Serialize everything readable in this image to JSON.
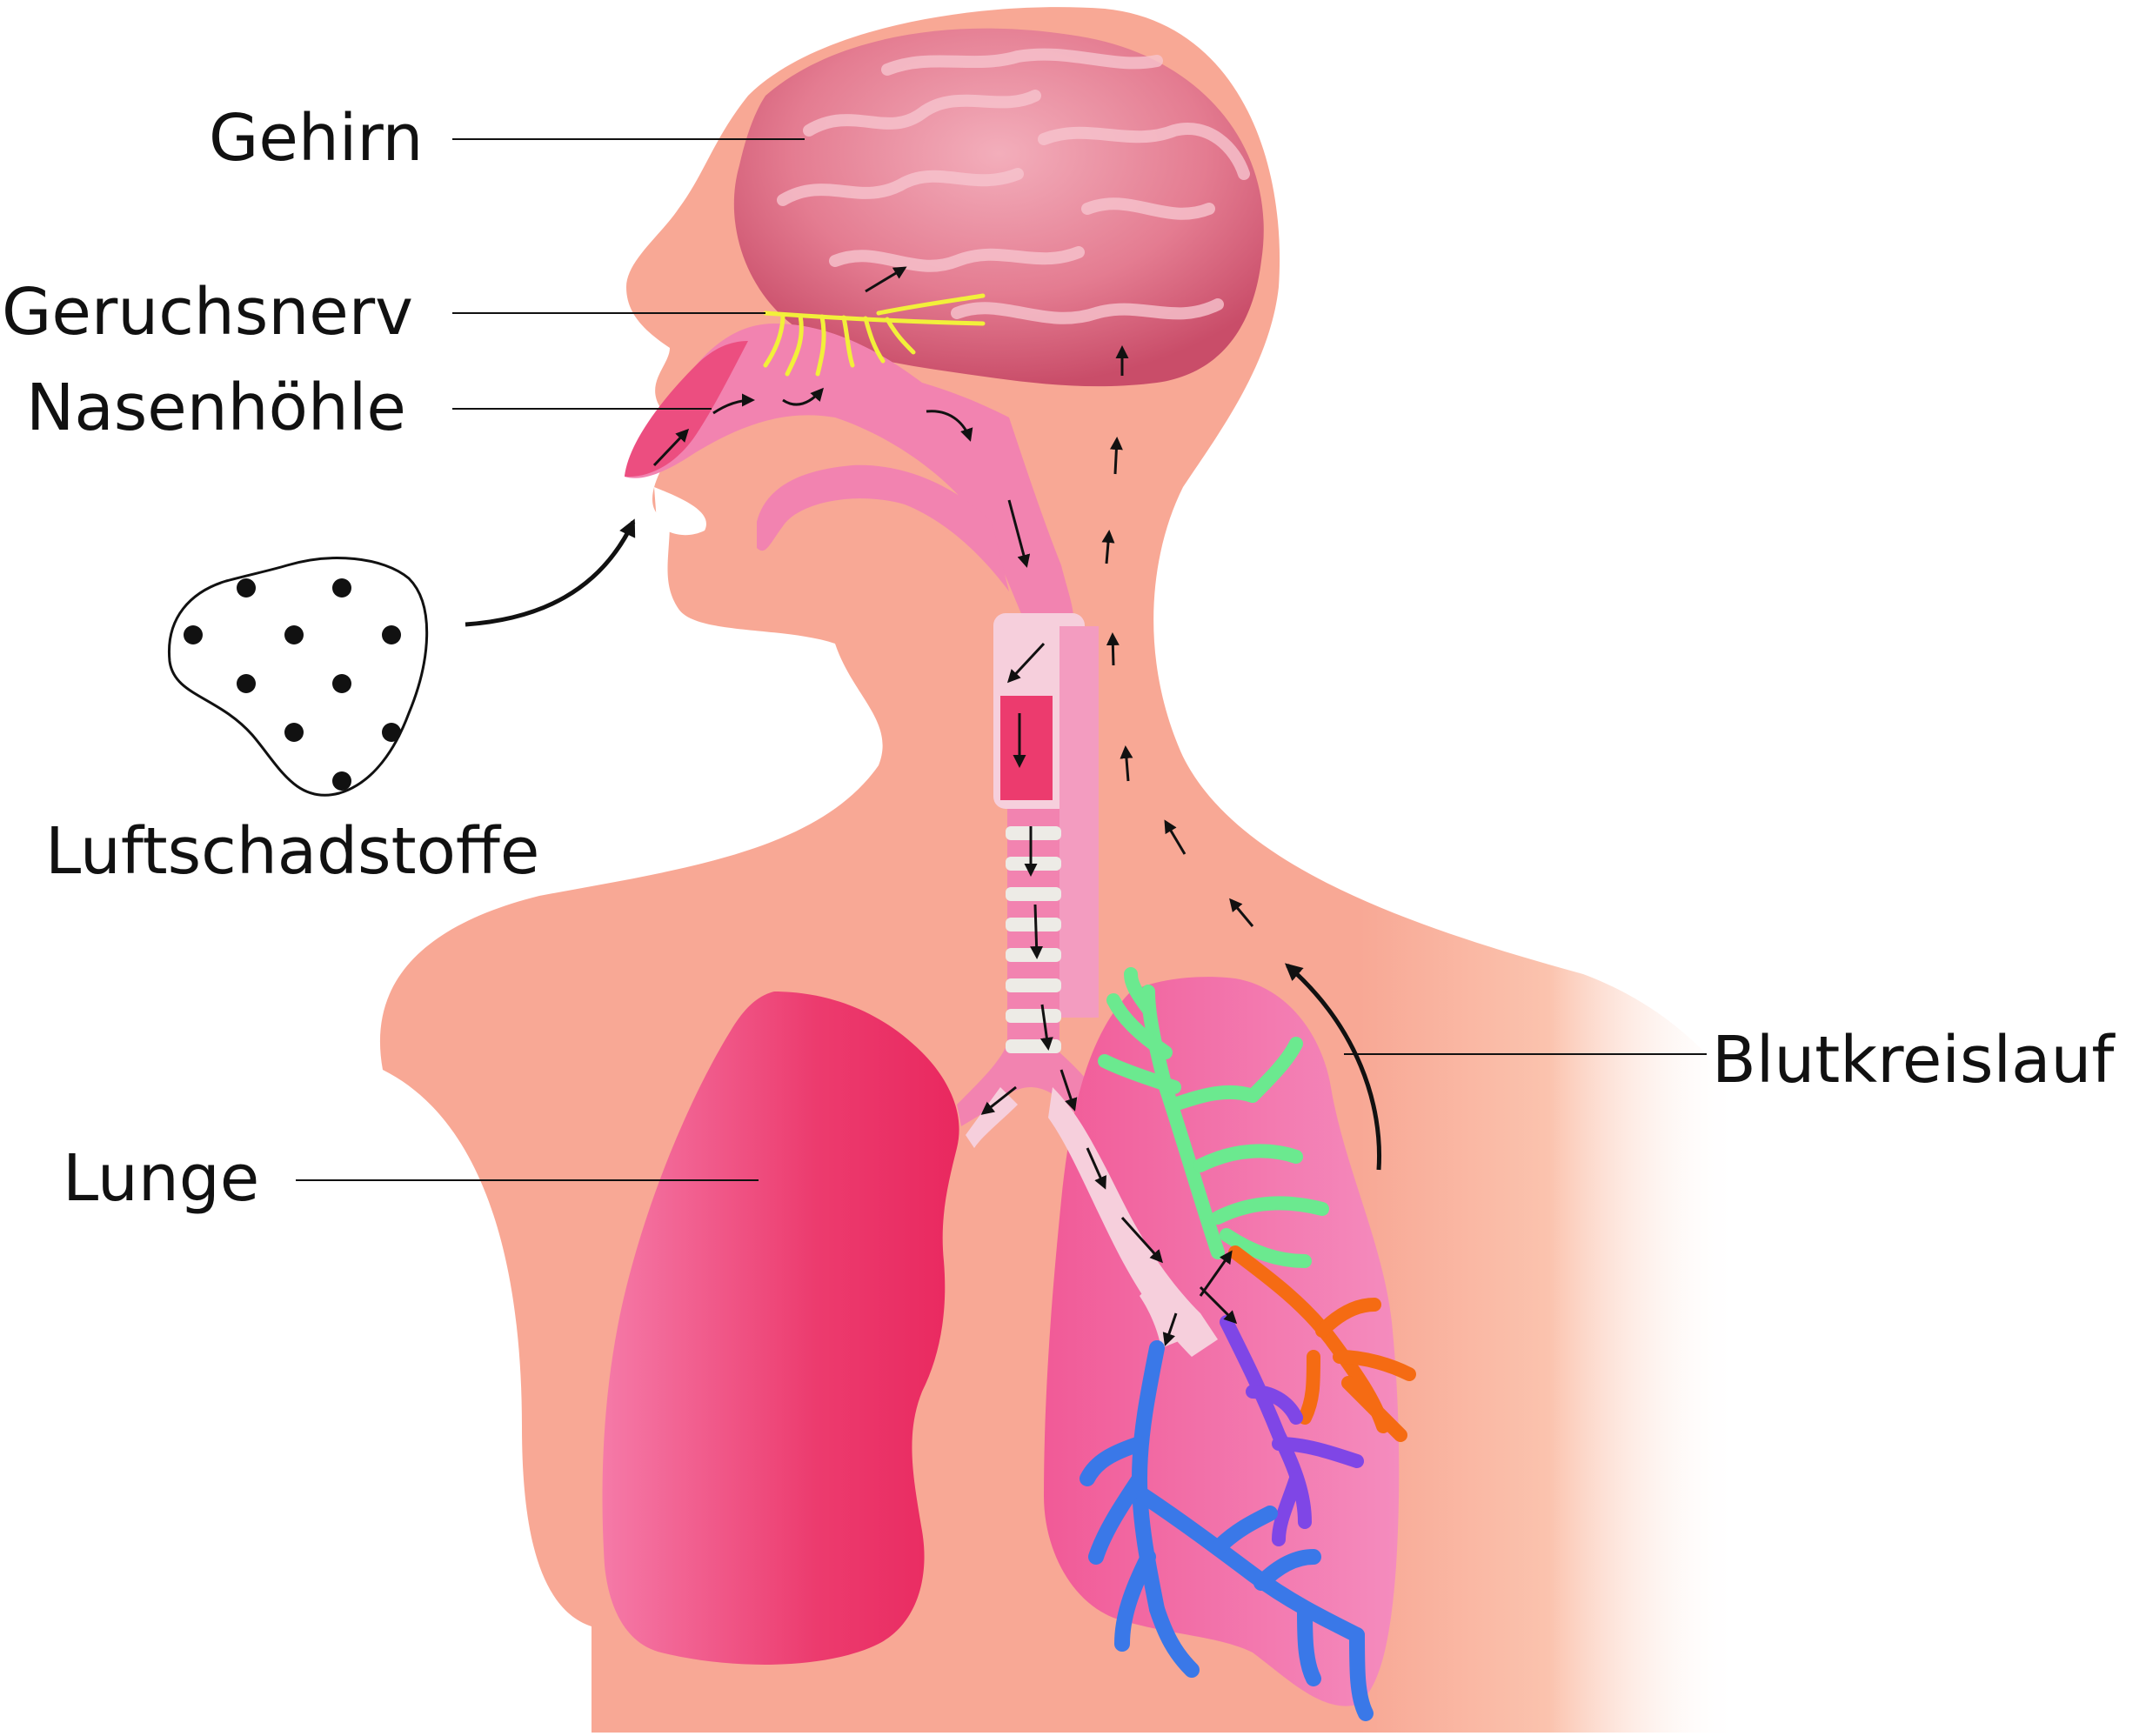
{
  "labels": {
    "brain": "Gehirn",
    "olfactory_nerve": "Geruchsnerv",
    "nasal_cavity": "Nasenhöhle",
    "air_pollutants": "Luftschadstoffe",
    "lung": "Lunge",
    "circulation": "Blutkreislauf"
  },
  "colors": {
    "body": "#F8A895",
    "body_fade": "#FBC8B5",
    "brain": "#DF6D84",
    "airway": "#F283B0",
    "lung_left": "#EC3468",
    "lung_right": "#F26AA2",
    "nerve": "#F2F03A",
    "bronchus_green": "#6BE98F",
    "bronchus_orange": "#F56B13",
    "bronchus_purple": "#7F46E6",
    "bronchus_blue": "#3A78E8"
  }
}
